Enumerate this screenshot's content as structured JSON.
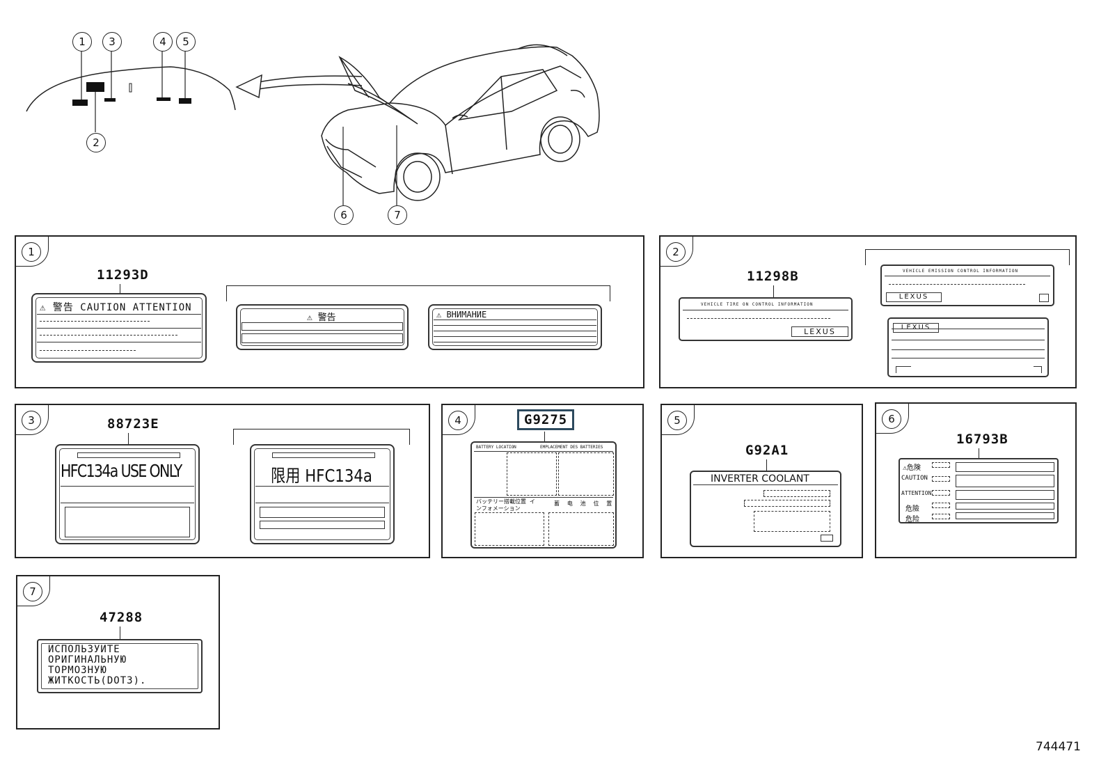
{
  "callouts": [
    "1",
    "2",
    "3",
    "4",
    "5",
    "6",
    "7"
  ],
  "panels": {
    "p1": {
      "num": "1",
      "part": "11293D",
      "caution_title": "⚠ 警告 CAUTION ATTENTION",
      "jp_title": "⚠ 警告",
      "ru_title": "⚠ ВНИМАНИЕ"
    },
    "p2": {
      "num": "2",
      "part": "11298B",
      "tire_header": "VEHICLE  TIRE ON  CONTROL  INFORMATION",
      "emission_header": "VEHICLE  EMISSION  CONTROL  INFORMATION",
      "brand": "LEXUS"
    },
    "p3": {
      "num": "3",
      "part": "88723E",
      "label_en": "HFC134a USE ONLY",
      "label_jp": "限用 HFC134a"
    },
    "p4": {
      "num": "4",
      "part": "G9275",
      "hdr_left": "BATTERY LOCATION",
      "hdr_right": "EMPLACEMENT DES BATTERIES",
      "jp_left": "バッテリー搭載位置 インフォメーション",
      "jp_right": "蓄 电 池 位 置"
    },
    "p5": {
      "num": "5",
      "part": "G92A1",
      "title": "INVERTER COOLANT"
    },
    "p6": {
      "num": "6",
      "part": "16793B",
      "rows": [
        "⚠危険",
        "CAUTION",
        "ATTENTION",
        "危險",
        "危险"
      ]
    },
    "p7": {
      "num": "7",
      "part": "47288",
      "lines": [
        "ИСПОЛЬЗУИТЕ",
        "ОРИГИНАЛЬНУЮ",
        "ТОРМОЗНУЮ",
        "ЖИТКОСТЬ(DOT3)."
      ]
    }
  },
  "figure_id": "744471"
}
